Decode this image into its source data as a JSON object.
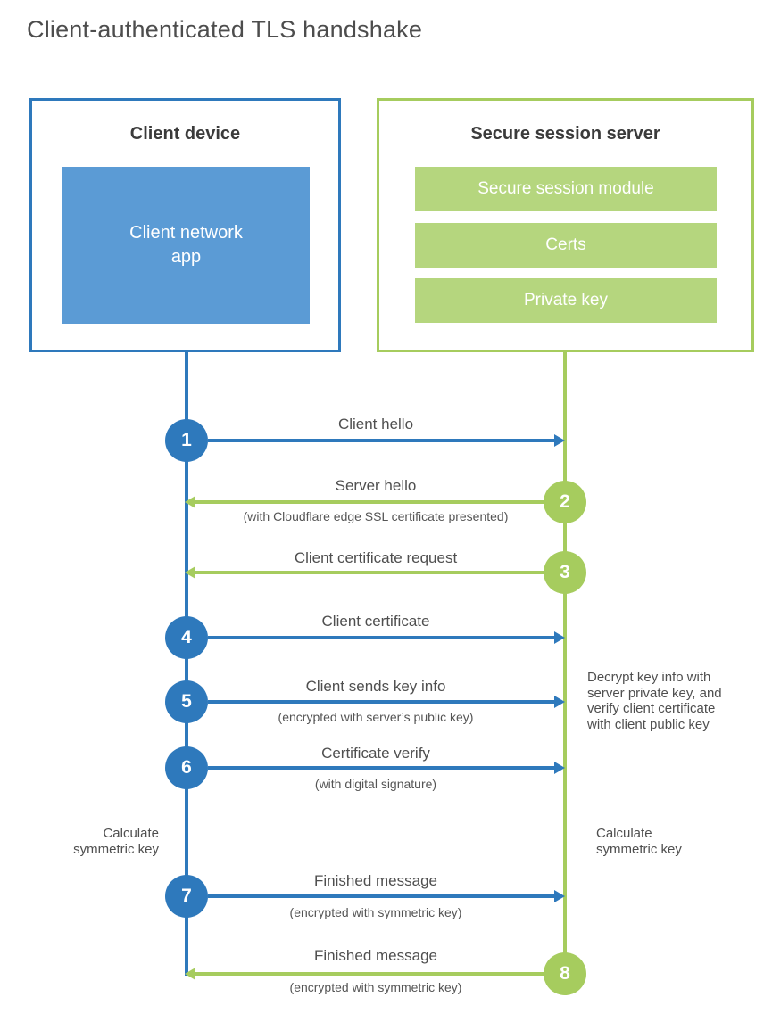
{
  "title": "Client-authenticated TLS handshake",
  "colors": {
    "blue": "#2e79bc",
    "blue_light": "#5b9bd5",
    "green": "#a6cc5e",
    "green_light": "#b5d67e"
  },
  "client_box": {
    "title": "Client device",
    "app_label": "Client network\napp"
  },
  "server_box": {
    "title": "Secure session server",
    "modules": [
      "Secure session module",
      "Certs",
      "Private key"
    ]
  },
  "steps": [
    {
      "num": "1",
      "label": "Client hello",
      "direction": "client-to-server"
    },
    {
      "num": "2",
      "label": "Server hello",
      "sub": "(with Cloudflare edge SSL certificate presented)",
      "direction": "server-to-client"
    },
    {
      "num": "3",
      "label": "Client certificate request",
      "direction": "server-to-client"
    },
    {
      "num": "4",
      "label": "Client certificate",
      "direction": "client-to-server"
    },
    {
      "num": "5",
      "label": "Client sends key info",
      "sub": "(encrypted with server’s public key)",
      "direction": "client-to-server"
    },
    {
      "num": "6",
      "label": "Certificate verify",
      "sub": "(with digital signature)",
      "direction": "client-to-server"
    },
    {
      "num": "7",
      "label": "Finished message",
      "sub": "(encrypted with symmetric key)",
      "direction": "client-to-server"
    },
    {
      "num": "8",
      "label": "Finished message",
      "sub": "(encrypted with symmetric key)",
      "direction": "server-to-client"
    }
  ],
  "notes": {
    "decrypt": "Decrypt key info with\nserver private key, and\nverify client certificate\nwith client public key",
    "calculate_left": "Calculate\nsymmetric key",
    "calculate_right": "Calculate\nsymmetric key"
  }
}
